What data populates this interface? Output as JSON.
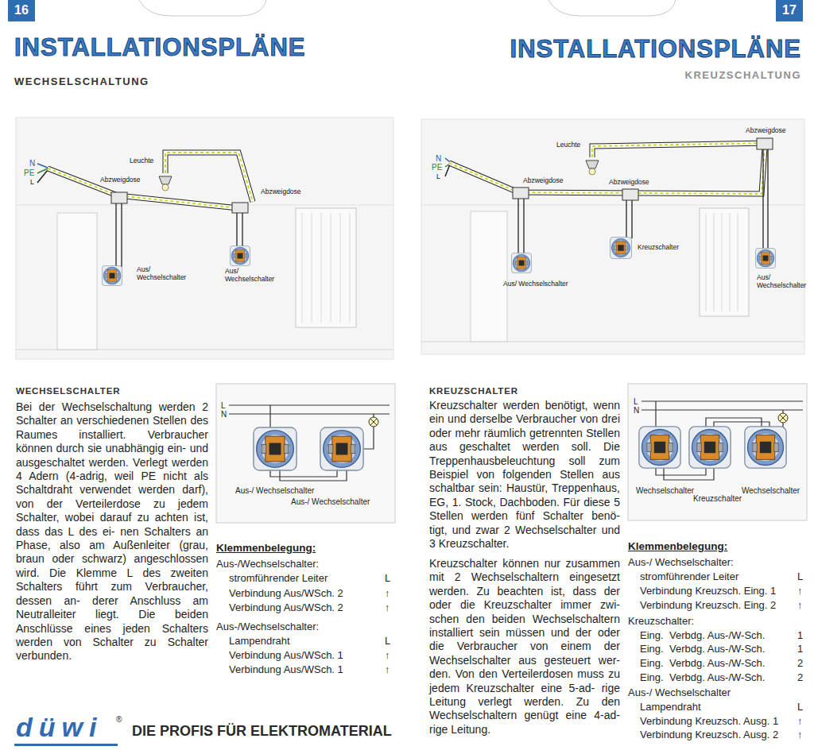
{
  "diagram": {
    "title": "INSTALLATIONSPLÄNE",
    "labels": [
      "16",
      "WECHSELSCHALTUNG",
      "N",
      "PE",
      "L",
      "Leuchte",
      "Abzweigdose",
      "Abzweigdose",
      "Aus/ Wechselschalter",
      "Aus/ Wechselschalter",
      "WECHSELSCHALTER",
      "Bei der Wechselschaltung werden 2 Schalter an verschiedenen Stellen des Raumes installiert. Verbraucher können durch sie unabhängig ein- und ausgeschaltet werden. Verlegt werden 4 Adern (4-adrig, weil PE nicht als Schaltdraht verwendet werden darf), von der Verteilerdose zu jedem Schalter, wobei darauf zu achten ist, dass das L des ei- nen Schalters an Phase, also am Außenleiter (grau, braun oder schwarz) angeschlossen wird. Die Klemme L des zweiten Schalters führt zum Verbraucher, dessen an- derer Anschluss am Neutralleiter liegt. Die beiden Anschlüsse eines jeden Schalters werden von Schalter zu Schalter verbunden.",
      "L",
      "N",
      "Aus-/ Wechselschalter",
      "Aus-/ Wechselschalter",
      "Klemmenbelegung:",
      "Aus-/Wechselschalter:",
      "stromführender Leiter",
      "L",
      "Verbindung Aus/WSch. 2",
      "↑",
      "Verbindung Aus/WSch. 2",
      "↑",
      "Aus-/Wechselschalter:",
      "Lampendraht",
      "L",
      "Verbindung Aus/WSch. 1",
      "↑",
      "Verbindung Aus/WSch. 1",
      "↑",
      "düwi",
      "®",
      "DIE PROFIS FÜR ELEKTROMATERIAL",
      "17",
      "INSTALLATIONSPLÄNE",
      "KREUZSCHALTUNG",
      "Leuchte",
      "Abzweigdose",
      "N",
      "PE",
      "L",
      "Abzweigdose",
      "Abzweigdose",
      "Kreuzschalter",
      "Aus/ Wechselschalter",
      "Aus/ Wechselschalter",
      "KREUZSCHALTER",
      "Kreuzschalter werden benötigt, wenn ein und derselbe Verbraucher von drei oder mehr räumlich getrennten Stellen aus geschaltet werden soll. Die Treppenhausbeleuchtung soll zum Beispiel von folgenden Stellen aus schaltbar sein: Haustür, Treppenhaus, EG, 1. Stock, Dachboden. Für diese 5 Stellen werden fünf Schalter benö- tigt, und zwar 2 Wechselschalter und 3 Kreuzschalter.",
      "Kreuzschalter können nur zusammen mit 2 Wechselschaltern eingesetzt werden. Zu beachten ist, dass der oder die Kreuzschalter immer zwi- schen den beiden Wechselschaltern installiert sein müssen und der oder die Verbraucher von einem der Wechselschalter aus gesteuert wer- den. Von den Verteilerdosen muss zu jedem Kreuzschalter eine 5-ad- rige Leitung verlegt werden. Zu den Wechselschaltern genügt eine 4-ad- rige Leitung.",
      "L",
      "N",
      "Wechselschalter",
      "Kreuzschalter",
      "Wechselschalter",
      "Klemmenbelegung:",
      "Aus-/ Wechselschalter:",
      "stromführender Leiter",
      "L",
      "Verbindung Kreuzsch. Eing. 1",
      "↑",
      "Verbindung Kreuzsch. Eing. 2",
      "↑",
      "Kreuzschalter:",
      "Eing.",
      "Verbdg. Aus-/W-Sch.",
      "1",
      "Eing.",
      "Verbdg. Aus-/W-Sch.",
      "1",
      "Eing.",
      "Verbdg. Aus-/W-Sch.",
      "2",
      "Eing.",
      "Verbdg. Aus-/W-Sch.",
      "2",
      "Aus-/ Wechselschalter",
      "Lampendraht",
      "L",
      "Verbindung Kreuzsch. Ausg. 1",
      "↑",
      "Verbindung Kreuzsch. Ausg. 2",
      "↑"
    ]
  }
}
